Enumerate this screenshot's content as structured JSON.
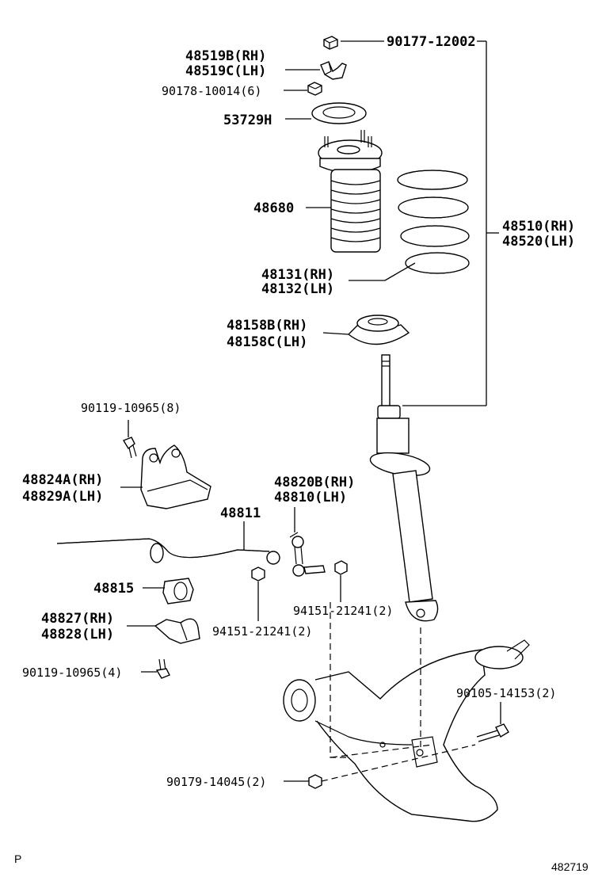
{
  "labels": {
    "p90177": "90177-12002",
    "p48519b": "48519B(RH)",
    "p48519c": "48519C(LH)",
    "p90178": "90178-10014(6)",
    "p53729": "53729H",
    "p48680": "48680",
    "p48510": "48510(RH)",
    "p48520": "48520(LH)",
    "p48131": "48131(RH)",
    "p48132": "48132(LH)",
    "p48158b": "48158B(RH)",
    "p48158c": "48158C(LH)",
    "p90119a": "90119-10965(8)",
    "p48824a": "48824A(RH)",
    "p48829a": "48829A(LH)",
    "p48820b": "48820B(RH)",
    "p48810": "48810(LH)",
    "p48811": "48811",
    "p48815": "48815",
    "p94151a": "94151-21241(2)",
    "p94151b": "94151-21241(2)",
    "p48827": "48827(RH)",
    "p48828": "48828(LH)",
    "p90119b": "90119-10965(4)",
    "p90105": "90105-14153(2)",
    "p90179": "90179-14045(2)"
  },
  "footer": {
    "left": "P",
    "right": "482719"
  }
}
